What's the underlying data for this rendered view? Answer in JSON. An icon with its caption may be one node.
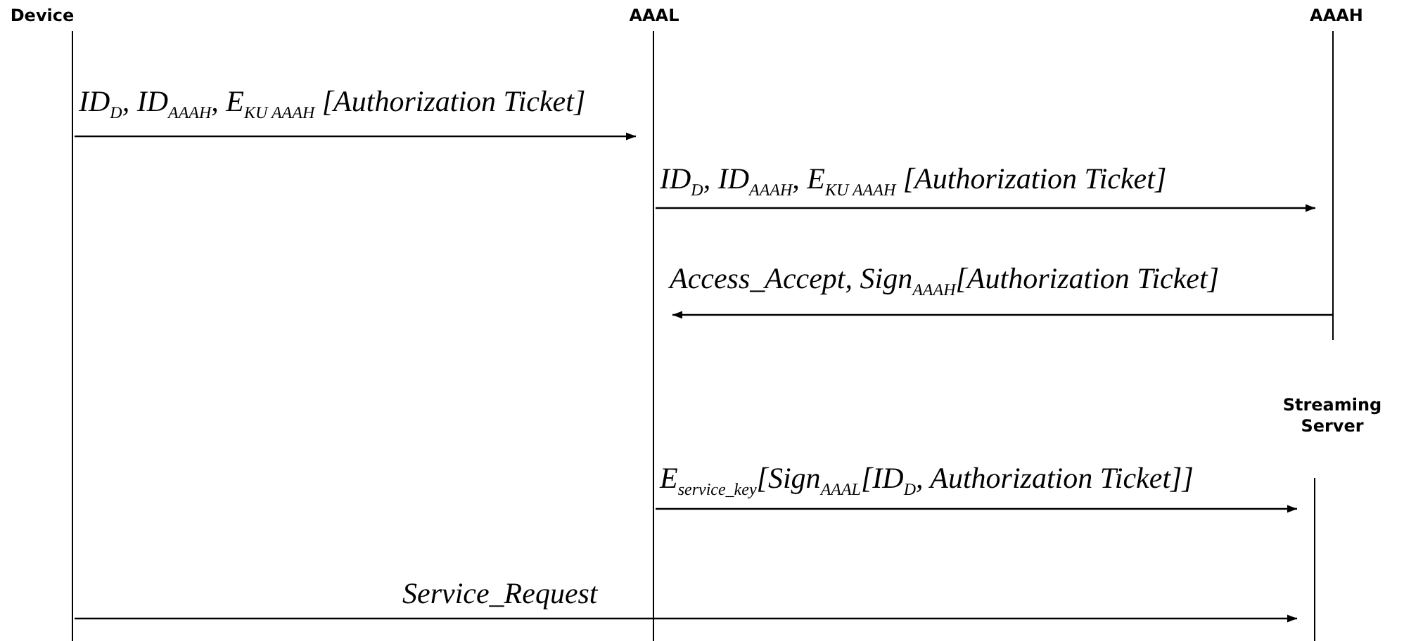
{
  "diagram": {
    "nodes": [
      {
        "text": [
          "Device"
        ]
      },
      {
        "text": [
          "AAAL"
        ]
      },
      {
        "text": [
          "AAAH"
        ]
      },
      {
        "text": [
          "Streaming Server"
        ]
      }
    ],
    "edges": [
      {
        "from": 0,
        "to": 1,
        "arrow": "to",
        "label": "ID$_{D}$, ID$_{AAAH}$, E$_{KU AAAH}$ [Authorization Ticket]"
      },
      {
        "from": 1,
        "to": 2,
        "arrow": "to",
        "label": "ID$_{D}$, ID$_{AAAH}$, E$_{KU AAAH}$ [Authorization Ticket]"
      },
      {
        "from": 2,
        "to": 1,
        "arrow": "to",
        "label": "Access_Accept, Sign$_{AAAH}$[Authorization Ticket]"
      },
      {
        "from": 1,
        "to": 3,
        "arrow": "to",
        "label": "E$_{service_key}$[Sign$_{AAAL}$[ID$_{D}$, Authorization Ticket]]"
      },
      {
        "from": 0,
        "to": 3,
        "arrow": "to",
        "label": "Service_Request"
      }
    ]
  }
}
